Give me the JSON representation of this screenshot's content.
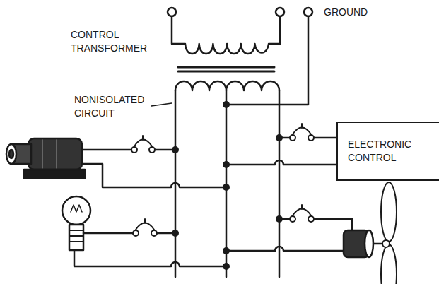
{
  "diagram": {
    "nodes": [
      {
        "text": [
          "ELECTRONIC CONTROL"
        ]
      }
    ],
    "labels": [
      "GROUND",
      "CONTROL TRANSFORMER",
      "NONISOLATED CIRCUIT"
    ]
  }
}
